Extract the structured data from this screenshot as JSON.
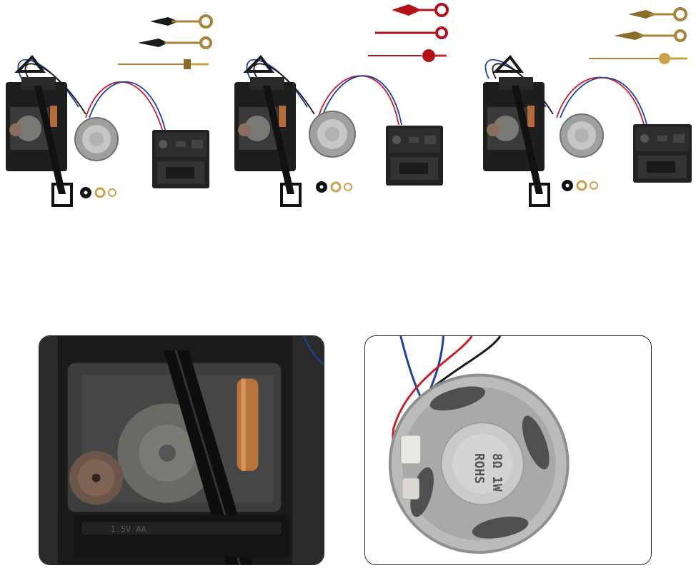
{
  "kits": [
    {
      "hands_color": "#a8843a",
      "accent": "#c9a24b"
    },
    {
      "hands_color": "#b3121a",
      "accent": "#d0242b"
    },
    {
      "hands_color": "#a8843a",
      "accent": "#c9a24b"
    }
  ],
  "speaker_label": {
    "line1": "8Ω 1W",
    "line2": "ROHS"
  },
  "battery_print": "1.5V AA",
  "colors": {
    "wire_red": "#c8202a",
    "wire_blue": "#1f3fa8",
    "wire_black": "#1a1a1a",
    "plastic": "#1e1e1e",
    "speaker": "#b9bcba"
  }
}
